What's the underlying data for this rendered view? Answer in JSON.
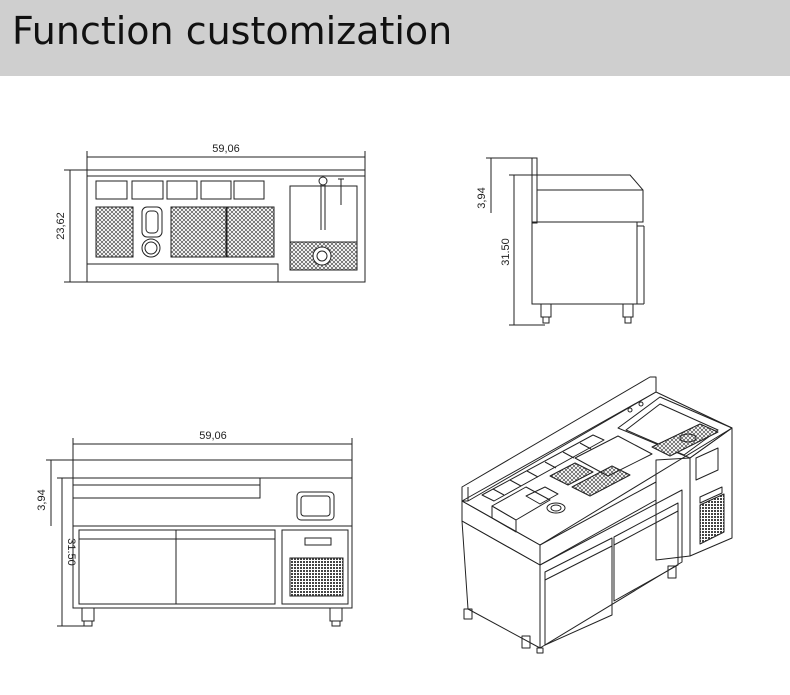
{
  "header": {
    "title": "Function customization"
  },
  "dimensions": {
    "top_view_width": "59,06",
    "top_view_depth": "23,62",
    "side_view_upstand": "3,94",
    "side_view_height": "31.50",
    "front_view_width": "59,06",
    "front_view_upstand": "3,94",
    "front_view_height": "31.50"
  }
}
